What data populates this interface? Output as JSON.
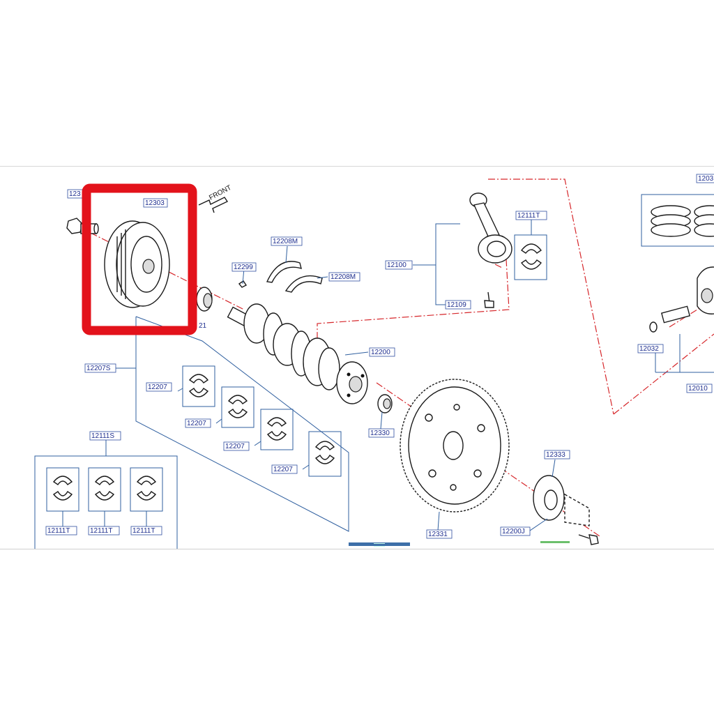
{
  "diagram": {
    "direction_label": "FRONT",
    "highlight_color": "#e3121b",
    "leader_color": "#2f5f9f",
    "label_color": "#1f2f8f",
    "chain_line_color": "#d6262a",
    "labels": {
      "pulley": "12303",
      "pulley_bolt": "123",
      "key": "12299",
      "sprocket": "21",
      "thrust_upper": "12208M",
      "thrust_lower": "12208M",
      "main_bearing_set": "12207S",
      "main_bearing_1": "12207",
      "main_bearing_2": "12207",
      "main_bearing_3": "12207",
      "main_bearing_4": "12207",
      "conrod_bearing_set": "12111S",
      "conrod_bearing_1": "12111T",
      "conrod_bearing_2": "12111T",
      "conrod_bearing_3": "12111T",
      "connecting_rod": "12100",
      "conrod_bearing_top": "12111T",
      "conrod_bolt": "12109",
      "crankshaft": "12200",
      "pilot_bushing": "12330",
      "flywheel": "12331",
      "reinforcement_plate": "12333",
      "flywheel_bolt": "12200J",
      "piston_ring_set": "1203",
      "snap_ring": "12032",
      "piston": "12010"
    }
  }
}
